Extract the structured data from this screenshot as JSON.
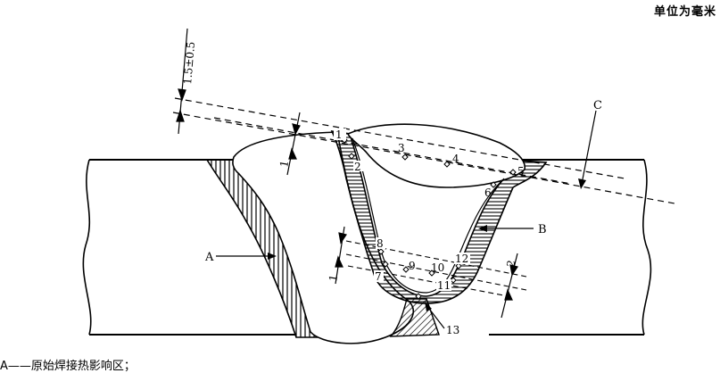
{
  "unit_label": "单位为毫米",
  "caption": "A——原始焊接热影响区；",
  "dimensions": {
    "top": "1.5±0.5",
    "left_small": "1",
    "mid_small": "1",
    "right": "2"
  },
  "callouts": {
    "A": "A",
    "B": "B",
    "C": "C",
    "n13": "13"
  },
  "points": [
    "1",
    "2",
    "3",
    "4",
    "5",
    "6",
    "7",
    "8",
    "9",
    "10",
    "11",
    "12"
  ]
}
